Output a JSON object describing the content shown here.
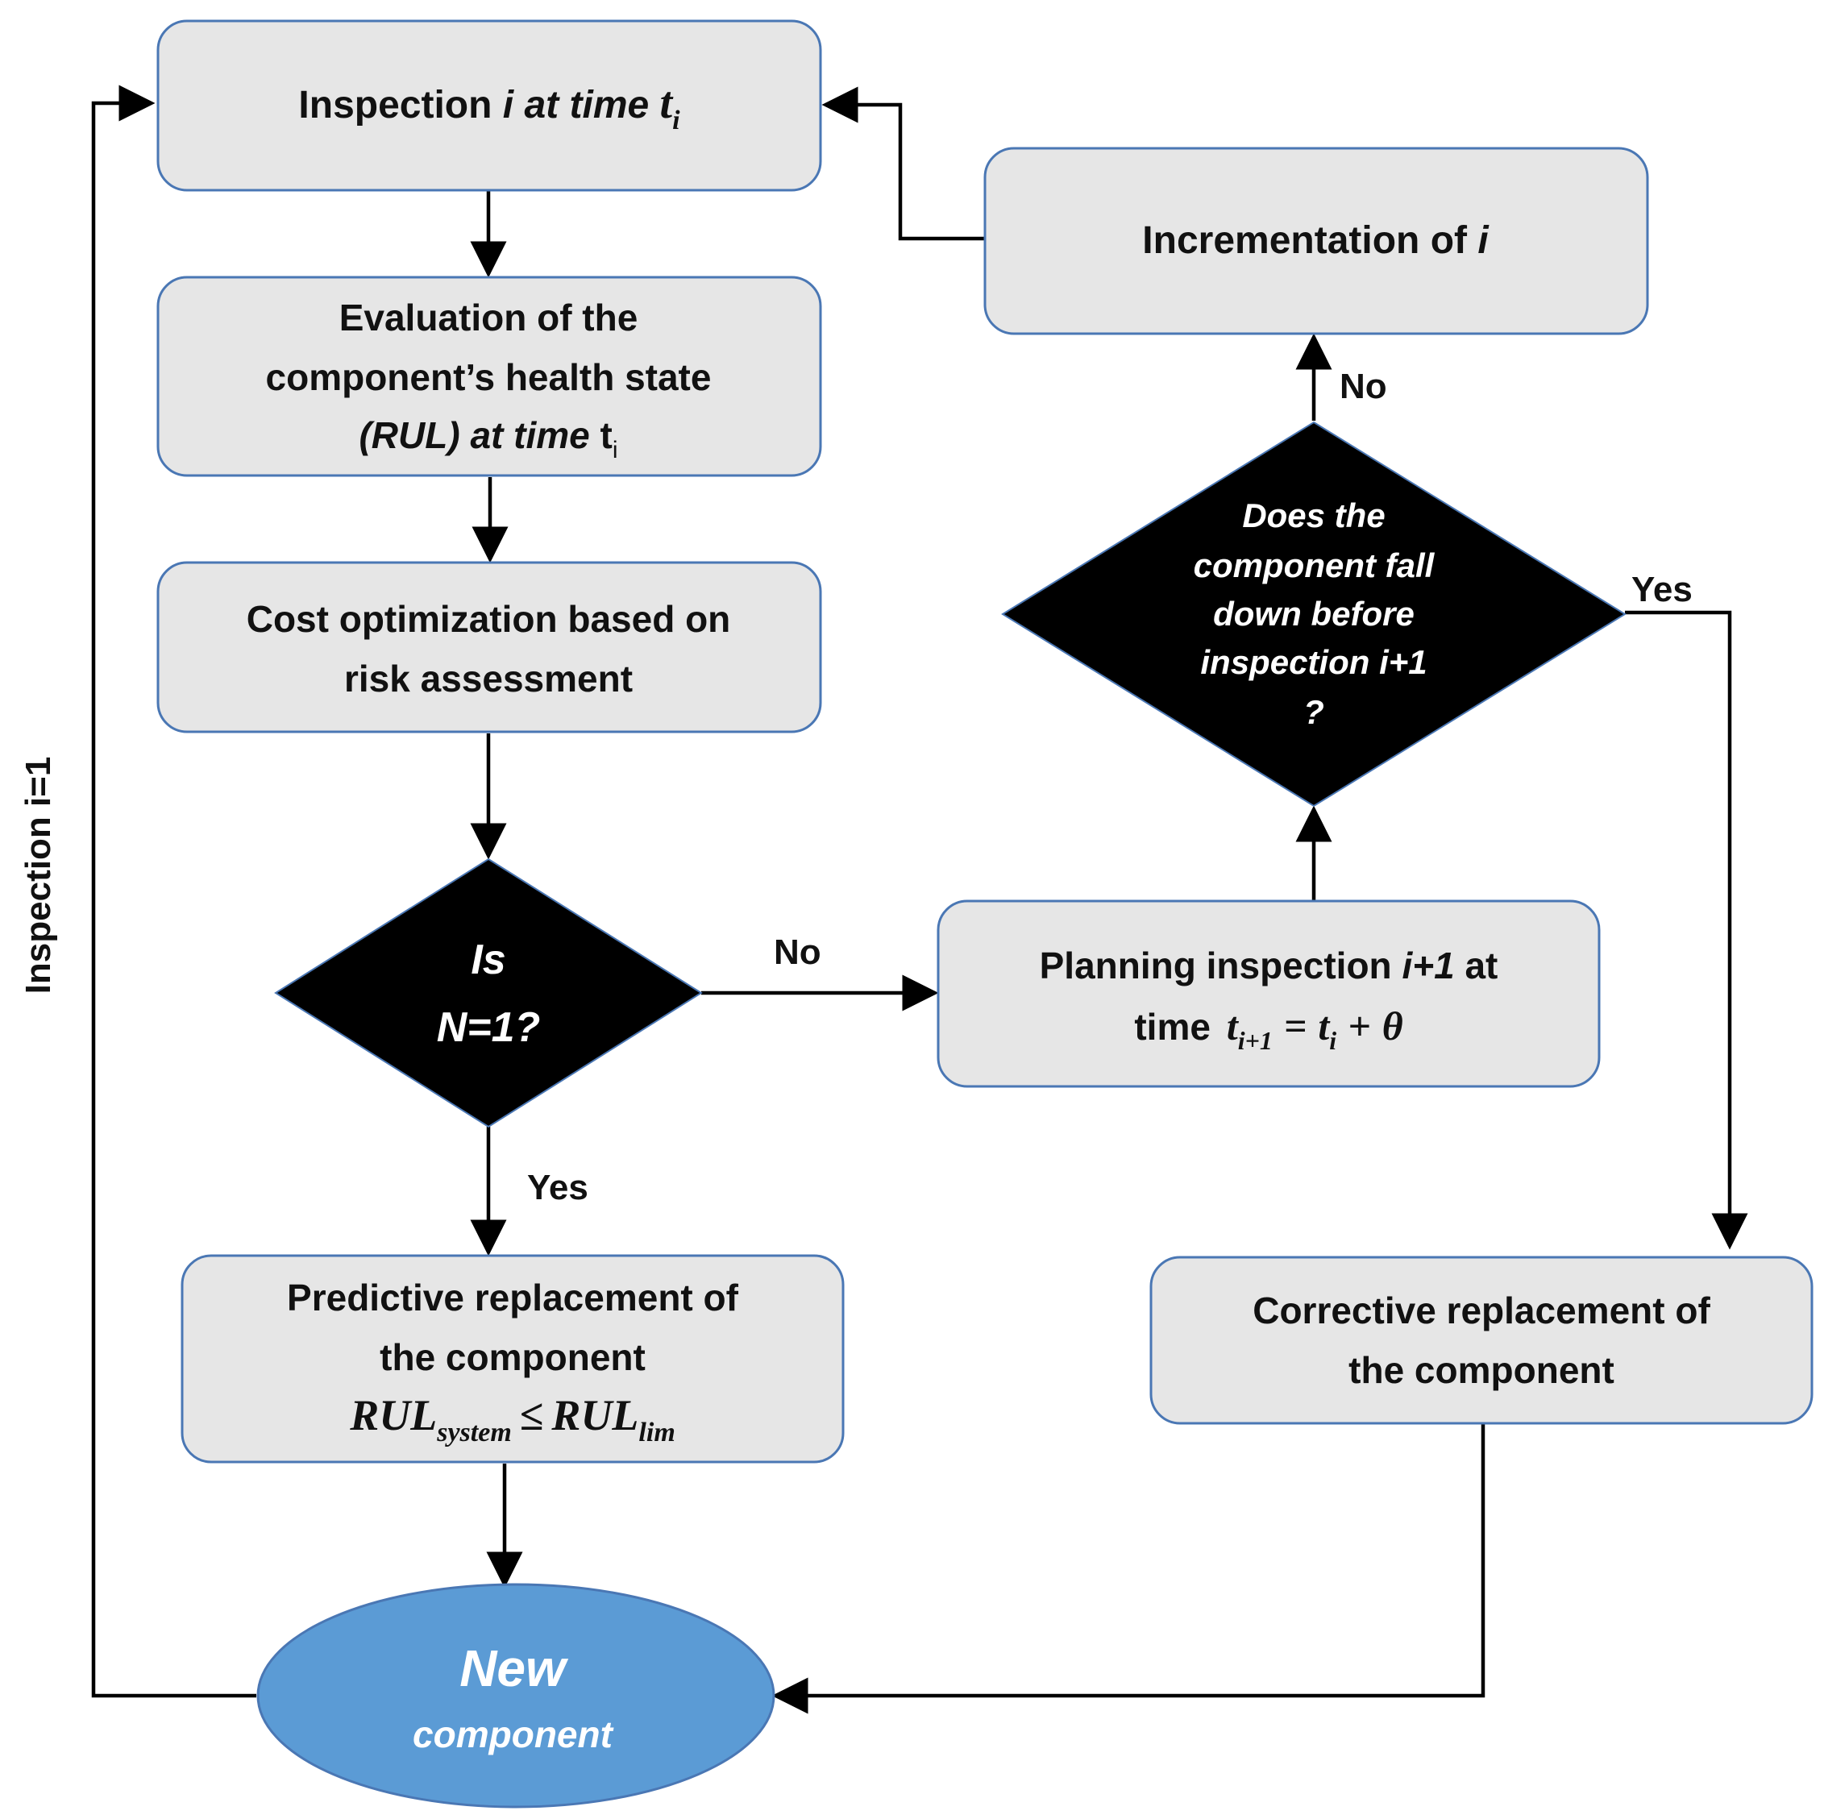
{
  "nodes": {
    "inspection": {
      "text": "Inspection",
      "i": "i",
      "at_time": "at time",
      "t": "t",
      "sub": "i"
    },
    "evaluation": {
      "line1": "Evaluation of the",
      "line2": "component’s health state",
      "line3_italic": "(RUL) at time",
      "t": "t",
      "sub": "i"
    },
    "cost": {
      "line1": "Cost optimization based on",
      "line2": "risk assessment"
    },
    "decision_n": {
      "line1": "Is",
      "line2": "N=1?"
    },
    "predictive": {
      "line1": "Predictive replacement of",
      "line2": "the component",
      "rul": "RUL",
      "rul_sub": "system",
      "op": "≤",
      "rul2": "RUL",
      "rul2_sub": "lim"
    },
    "new_component": {
      "line1": "New",
      "line2": "component"
    },
    "incrementation": {
      "text": "Incrementation of",
      "i": "i"
    },
    "decision_fall": {
      "line1": "Does the",
      "line2": "component fall",
      "line3": "down before",
      "line4": "inspection i+1",
      "line5": "?"
    },
    "planning": {
      "line1_a": "Planning inspection",
      "line1_b": "i+1",
      "line1_c": "at",
      "line2_a": "time",
      "t1": "t",
      "t1_sub": "i+1",
      "eq": "=",
      "t2": "t",
      "t2_sub": "i",
      "plus": "+",
      "theta": "θ"
    },
    "corrective": {
      "line1": "Corrective replacement of",
      "line2": "the component"
    }
  },
  "edge_labels": {
    "no_planning": "No",
    "yes_predictive": "Yes",
    "no_increment": "No",
    "yes_corrective": "Yes",
    "inspection_loop": "Inspection i=1"
  },
  "colors": {
    "box_fill": "#e6e6e6",
    "box_stroke": "#4a77b4",
    "decision_fill": "#000000",
    "ellipse_fill": "#5b9bd5",
    "arrow": "#000000"
  }
}
